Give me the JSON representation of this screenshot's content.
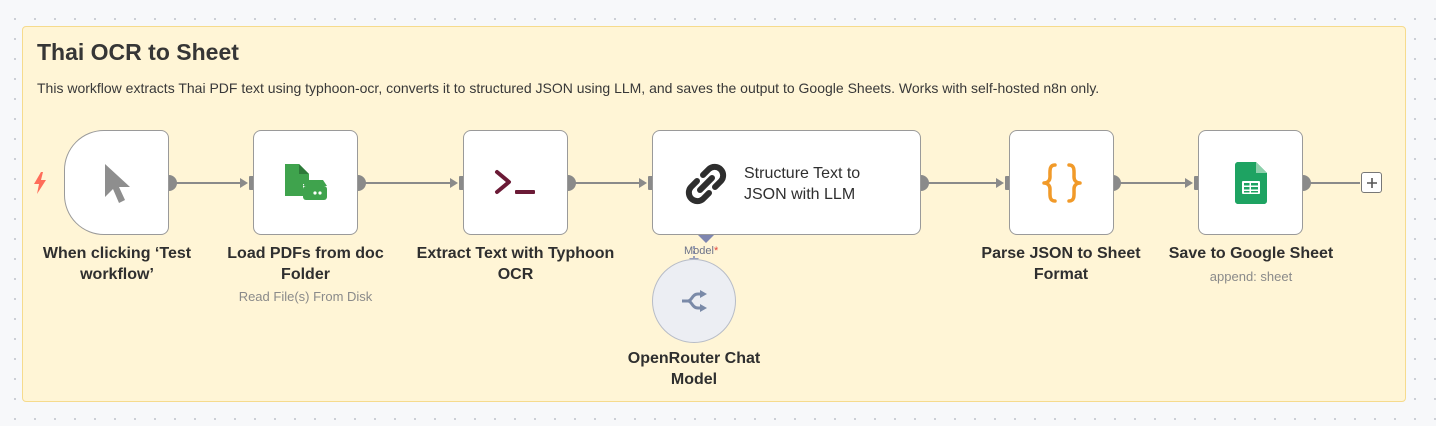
{
  "sticky": {
    "title": "Thai OCR to Sheet",
    "description": "This workflow extracts Thai PDF text using typhoon-ocr, converts it to structured JSON using LLM, and saves the output to Google Sheets. Works with self-hosted n8n only."
  },
  "nodes": [
    {
      "name": "When clicking ‘Test workflow’",
      "line1": "When clicking ‘Test",
      "line2": "workflow’",
      "icon": "pointer-icon"
    },
    {
      "name": "Load PDFs from doc Folder",
      "line1": "Load PDFs from doc",
      "line2": "Folder",
      "subtitle": "Read File(s) From Disk",
      "icon": "file-disk-icon"
    },
    {
      "name": "Extract Text with Typhoon OCR",
      "line1": "Extract Text with Typhoon",
      "line2": "OCR",
      "icon": "terminal-icon"
    },
    {
      "name": "Structure Text to JSON with LLM",
      "line1": "Structure Text to",
      "line2": "JSON with LLM",
      "icon": "chain-link-icon"
    },
    {
      "name": "Parse JSON to Sheet Format",
      "line1": "Parse JSON to Sheet",
      "line2": "Format",
      "icon": "curly-braces-icon"
    },
    {
      "name": "Save to Google Sheet",
      "line1": "Save to Google Sheet",
      "subtitle": "append: sheet",
      "icon": "google-sheets-icon"
    }
  ],
  "sub_node": {
    "line1": "OpenRouter Chat",
    "line2": "Model",
    "port_label": "Model",
    "required_mark": "*",
    "icon": "openrouter-icon"
  },
  "colors": {
    "sticky_bg": "#fff5d6",
    "sticky_border": "#f6db8d",
    "trigger_bolt": "#ff6d5a",
    "file_icon": "#3fa34d",
    "terminal_icon": "#6b1a36",
    "braces_icon": "#f19a29",
    "sheets_icon": "#1ea362",
    "connector": "#8a8a8a",
    "model_port": "#7e86b0"
  }
}
